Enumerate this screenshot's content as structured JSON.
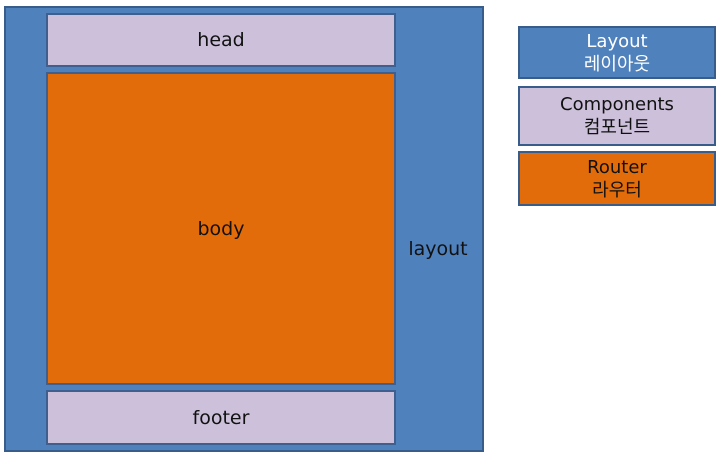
{
  "diagram": {
    "layout_label": "layout",
    "head_label": "head",
    "body_label": "body",
    "footer_label": "footer"
  },
  "legend": [
    {
      "name": "Layout",
      "korean": "레이아웃",
      "color": "#4f81bd"
    },
    {
      "name": "Components",
      "korean": "컴포넌트",
      "color": "#ccc0da"
    },
    {
      "name": "Router",
      "korean": "라우터",
      "color": "#e36c0a"
    }
  ]
}
